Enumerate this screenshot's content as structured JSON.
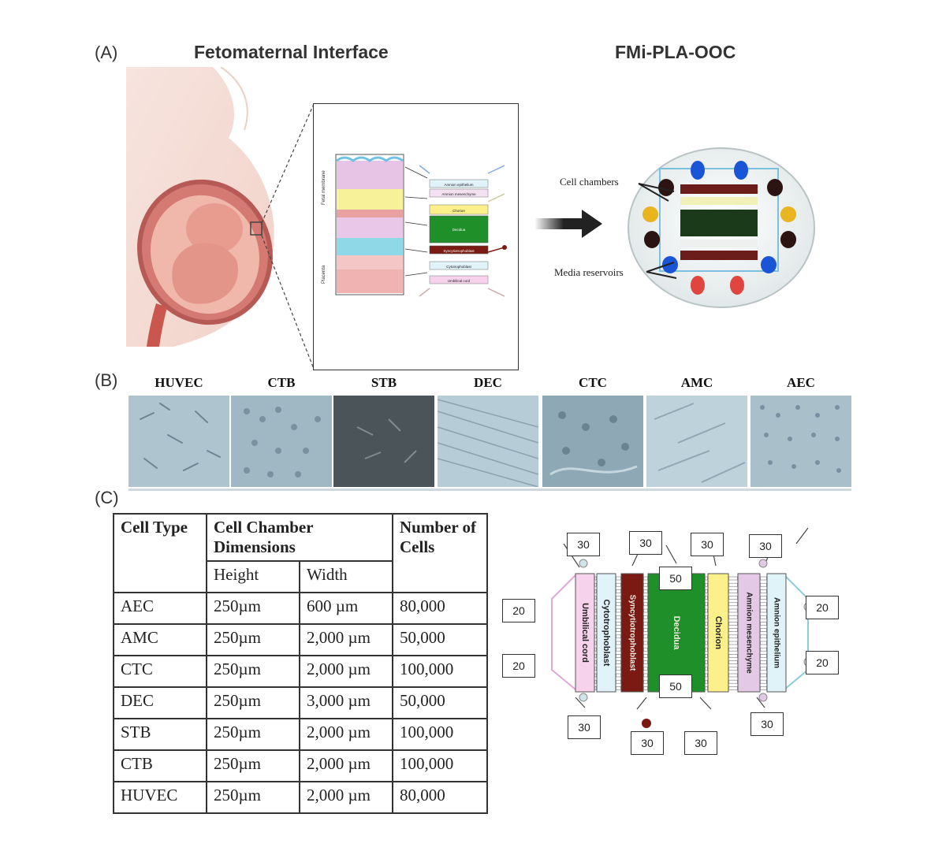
{
  "panel_a": {
    "label": "(A)",
    "title_left": "Fetomaternal Interface",
    "title_right": "FMi-PLA-OOC",
    "inset_left_labels": [
      "Fetal membrane",
      "Placenta"
    ],
    "inset_layers": [
      "Amnion epithelium",
      "Amnion mesenchyme",
      "Chorion",
      "Decidua",
      "Syncytiotrophoblast",
      "Cytotrophoblast",
      "Umbilical cord"
    ],
    "chip_callouts": [
      "Cell chambers",
      "Media reservoirs"
    ]
  },
  "panel_b": {
    "label": "(B)",
    "cells": [
      "HUVEC",
      "CTB",
      "STB",
      "DEC",
      "CTC",
      "AMC",
      "AEC"
    ]
  },
  "panel_c": {
    "label": "(C)",
    "table": {
      "h_cell_type": "Cell Type",
      "h_dims": "Cell Chamber Dimensions",
      "h_number": "Number of Cells",
      "h_height": "Height",
      "h_width": "Width",
      "rows": [
        {
          "type": "AEC",
          "height": "250µm",
          "width": "600 µm",
          "cells": "80,000"
        },
        {
          "type": "AMC",
          "height": "250µm",
          "width": "2,000 µm",
          "cells": "50,000"
        },
        {
          "type": "CTC",
          "height": "250µm",
          "width": "2,000 µm",
          "cells": "100,000"
        },
        {
          "type": "DEC",
          "height": "250µm",
          "width": "3,000 µm",
          "cells": "50,000"
        },
        {
          "type": "STB",
          "height": "250µm",
          "width": "2,000 µm",
          "cells": "100,000"
        },
        {
          "type": "CTB",
          "height": "250µm",
          "width": "2,000 µm",
          "cells": "100,000"
        },
        {
          "type": "HUVEC",
          "height": "250µm",
          "width": "2,000 µm",
          "cells": "80,000"
        }
      ]
    },
    "schematic": {
      "chambers": [
        "Umbilical cord",
        "Cytotrophoblast",
        "Syncytiotrophoblast",
        "Decidua",
        "Chorion",
        "Amnion mesenchyme",
        "Amnion epithelium"
      ],
      "chamber_colors": [
        "#f6d2ec",
        "#dff3f8",
        "#7a1a12",
        "#1f8f2a",
        "#fbf08a",
        "#e3c9e6",
        "#dff3f8"
      ],
      "boxes_top": [
        "30",
        "30",
        "30",
        "30"
      ],
      "boxes_center": [
        "50",
        "50"
      ],
      "boxes_left": [
        "20",
        "20"
      ],
      "boxes_right": [
        "20",
        "20"
      ],
      "boxes_bottom": [
        "30",
        "30",
        "30",
        "30"
      ]
    }
  }
}
